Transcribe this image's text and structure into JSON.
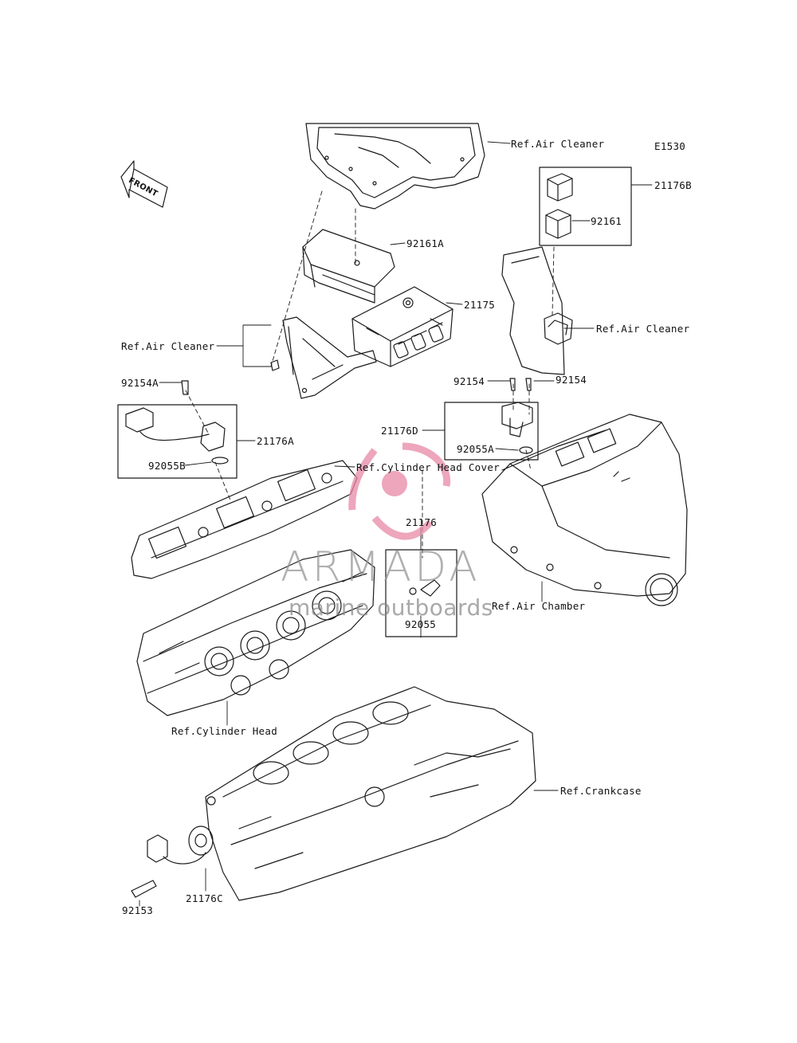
{
  "diagram_code": "E1530",
  "front_label": "FRONT",
  "part_labels": {
    "air_cleaner_top": "Ref.Air Cleaner",
    "p21176B": "21176B",
    "p92161": "92161",
    "p92161A": "92161A",
    "p21175": "21175",
    "air_cleaner_right": "Ref.Air Cleaner",
    "air_cleaner_left": "Ref.Air Cleaner",
    "p92154A": "92154A",
    "p92154_left": "92154",
    "p92154_right": "92154",
    "p21176A": "21176A",
    "p21176D": "21176D",
    "p92055A": "92055A",
    "p92055B": "92055B",
    "cyl_head_cover": "Ref.Cylinder Head Cover",
    "p21176": "21176",
    "p92055": "92055",
    "air_chamber": "Ref.Air Chamber",
    "cyl_head": "Ref.Cylinder Head",
    "crankcase": "Ref.Crankcase",
    "p92153": "92153",
    "p21176C": "21176C"
  },
  "watermark": {
    "title": "ARMADA",
    "subtitle": "marine outboards",
    "accent_color": "#e889a6"
  },
  "colors": {
    "line": "#1a1a1a",
    "background": "#ffffff"
  }
}
